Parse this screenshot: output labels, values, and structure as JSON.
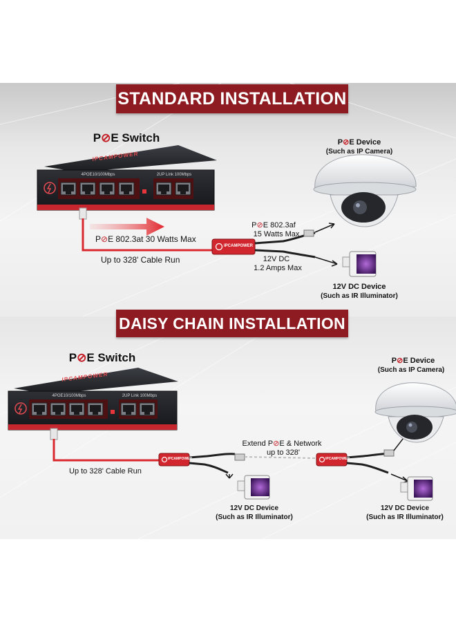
{
  "standard": {
    "banner": "STANDARD INSTALLATION",
    "switch_title": {
      "p": "P",
      "o": "⊘",
      "e": "E",
      "rest": " Switch"
    },
    "switch_brand": "IPCAMPOWER",
    "port_label_poe": "4POE10/100Mbps",
    "port_label_uplink": "2UP Link 100Mbps",
    "device_title": {
      "p": "P",
      "o": "⊘",
      "e": "E",
      "rest": " Device"
    },
    "device_sub": "(Such as IP Camera)",
    "switch_spec": {
      "p": "P",
      "o": "⊘",
      "e": "E",
      "rest": " 802.3at 30 Watts Max"
    },
    "cable_run": "Up to 328' Cable Run",
    "splitter_brand": "IPCAMPOWER",
    "poe_out_line1": {
      "p": "P",
      "o": "⊘",
      "e": "E",
      "rest": " 802.3af"
    },
    "poe_out_line2": "15 Watts Max",
    "dc_out_line1": "12V DC",
    "dc_out_line2": "1.2 Amps Max",
    "dc_device_title": "12V DC Device",
    "dc_device_sub": "(Such as IR Illuminator)"
  },
  "daisy": {
    "banner": "DAISY CHAIN INSTALLATION",
    "switch_title": {
      "p": "P",
      "o": "⊘",
      "e": "E",
      "rest": " Switch"
    },
    "switch_brand": "IPCAMPOWER",
    "port_label_poe": "4POE10/100Mbps",
    "port_label_uplink": "2UP Link 100Mbps",
    "device_title": {
      "p": "P",
      "o": "⊘",
      "e": "E",
      "rest": " Device"
    },
    "device_sub": "(Such as IP Camera)",
    "extend_line1": {
      "pre": "Extend ",
      "p": "P",
      "o": "⊘",
      "e": "E",
      "rest": " & Network"
    },
    "extend_line2": "up to 328'",
    "cable_run": "Up to 328' Cable Run",
    "splitter_brand": "IPCAMPOWER",
    "dc_device_left_title": "12V DC Device",
    "dc_device_left_sub": "(Such as IR Illuminator)",
    "dc_device_right_title": "12V DC Device",
    "dc_device_right_sub": "(Such as IR Illuminator)"
  },
  "colors": {
    "brand_red": "#8e1b22",
    "cable_red": "#d8282e",
    "switch_body": "#2a2c30"
  }
}
